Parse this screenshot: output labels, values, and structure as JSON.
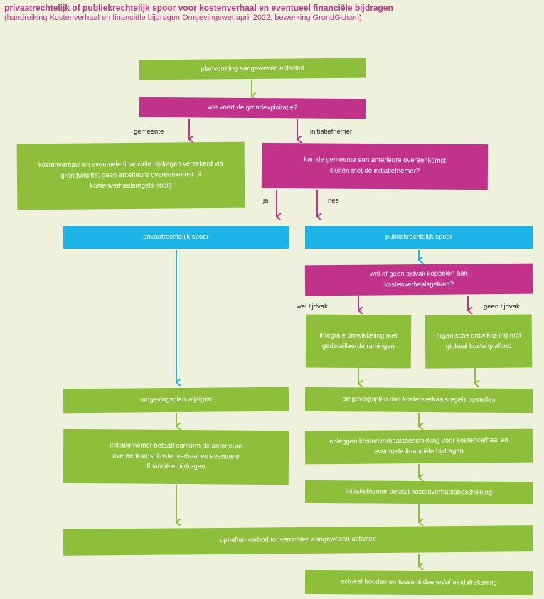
{
  "header": {
    "title": "privaatrechtelijk of publiekrechtelijk spoor voor kostenverhaal en eventueel financiële bijdragen",
    "subtitle": "(handreiking Kostenverhaal en financiële bijdragen Omgevingswet april 2022, bewerking GrondGidsen)"
  },
  "nodes": {
    "planvorming": "planvorming aangewezen activiteit",
    "grondexploitatie": "wie voert de grondexploitatie?",
    "kostenverhaal_verzekerd": "kostenverhaal en eventuele financiële bijdragen verzekerd via gronduitgifte; geen anterieure overeenkomst of kostenverhaalsregels nodig",
    "anterieure_vraag": "kan de gemeente een anterieure overeenkomst sluiten met de initiatiefnemer?",
    "privaatrechtelijk": "privaatrechtelijk spoor",
    "publiekrechtelijk": "publiekrechtelijk spoor",
    "tijdvak_vraag": "wel of geen tijdvak koppelen aan kostenverhaalsgebied?",
    "integrale": "integrale ontwikkeling met gedetailleerde ramingen",
    "organische": "organische ontwikkeling met globaal kostenplafond",
    "omgevingsplan_wijzigen": "omgevingsplan wijzigen",
    "omgevingsplan_regels": "omgevingsplan met kostenverhaalsregels opstellen",
    "betaalt_conform": "initiatiefnemer betaalt conform de anterieure overeenkomst kostenverhaal en eventuele financiële bijdragen",
    "opleggen_beschikking": "opleggen kostenverhaalsbeschikking voor kostenverhaal en eventuele financiële bijdragen",
    "betaalt_beschikking": "initiatiefnemer betaalt kostenverhaalsbeschikking",
    "opheffen_verbod": "opheffen verbod tot verrichten aangewezen activiteit",
    "actueel_houden": "actueel houden en tussentijdse en/of eindafrekening"
  },
  "edge_labels": {
    "gemeente": "gemeente",
    "initiatiefnemer": "initiatiefnemer",
    "ja": "ja",
    "nee": "nee",
    "wel_tijdvak": "wel tijdvak",
    "geen_tijdvak": "geen tijdvak"
  },
  "colors": {
    "green": "#8dbf3a",
    "magenta": "#c1328b",
    "blue": "#1cb3e6",
    "background": "#eef2dc"
  }
}
